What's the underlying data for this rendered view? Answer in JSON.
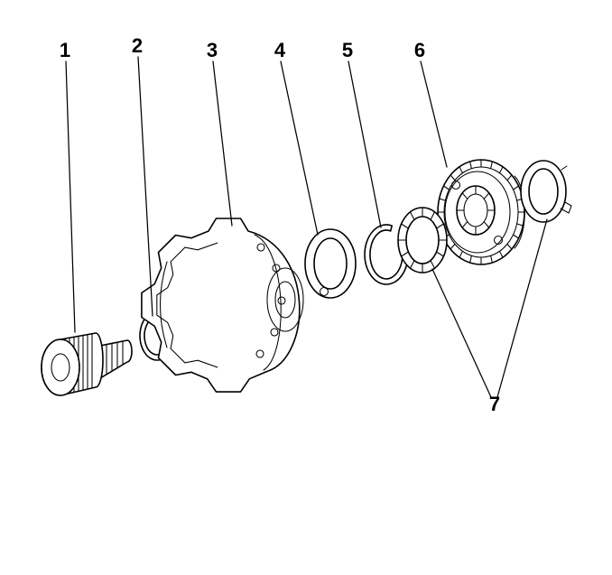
{
  "canvas": {
    "background": "#ffffff",
    "line_color": "#000000"
  },
  "callouts": [
    {
      "label": "1"
    },
    {
      "label": "2"
    },
    {
      "label": "3"
    },
    {
      "label": "4"
    },
    {
      "label": "5"
    },
    {
      "label": "6"
    },
    {
      "label": "7"
    }
  ]
}
